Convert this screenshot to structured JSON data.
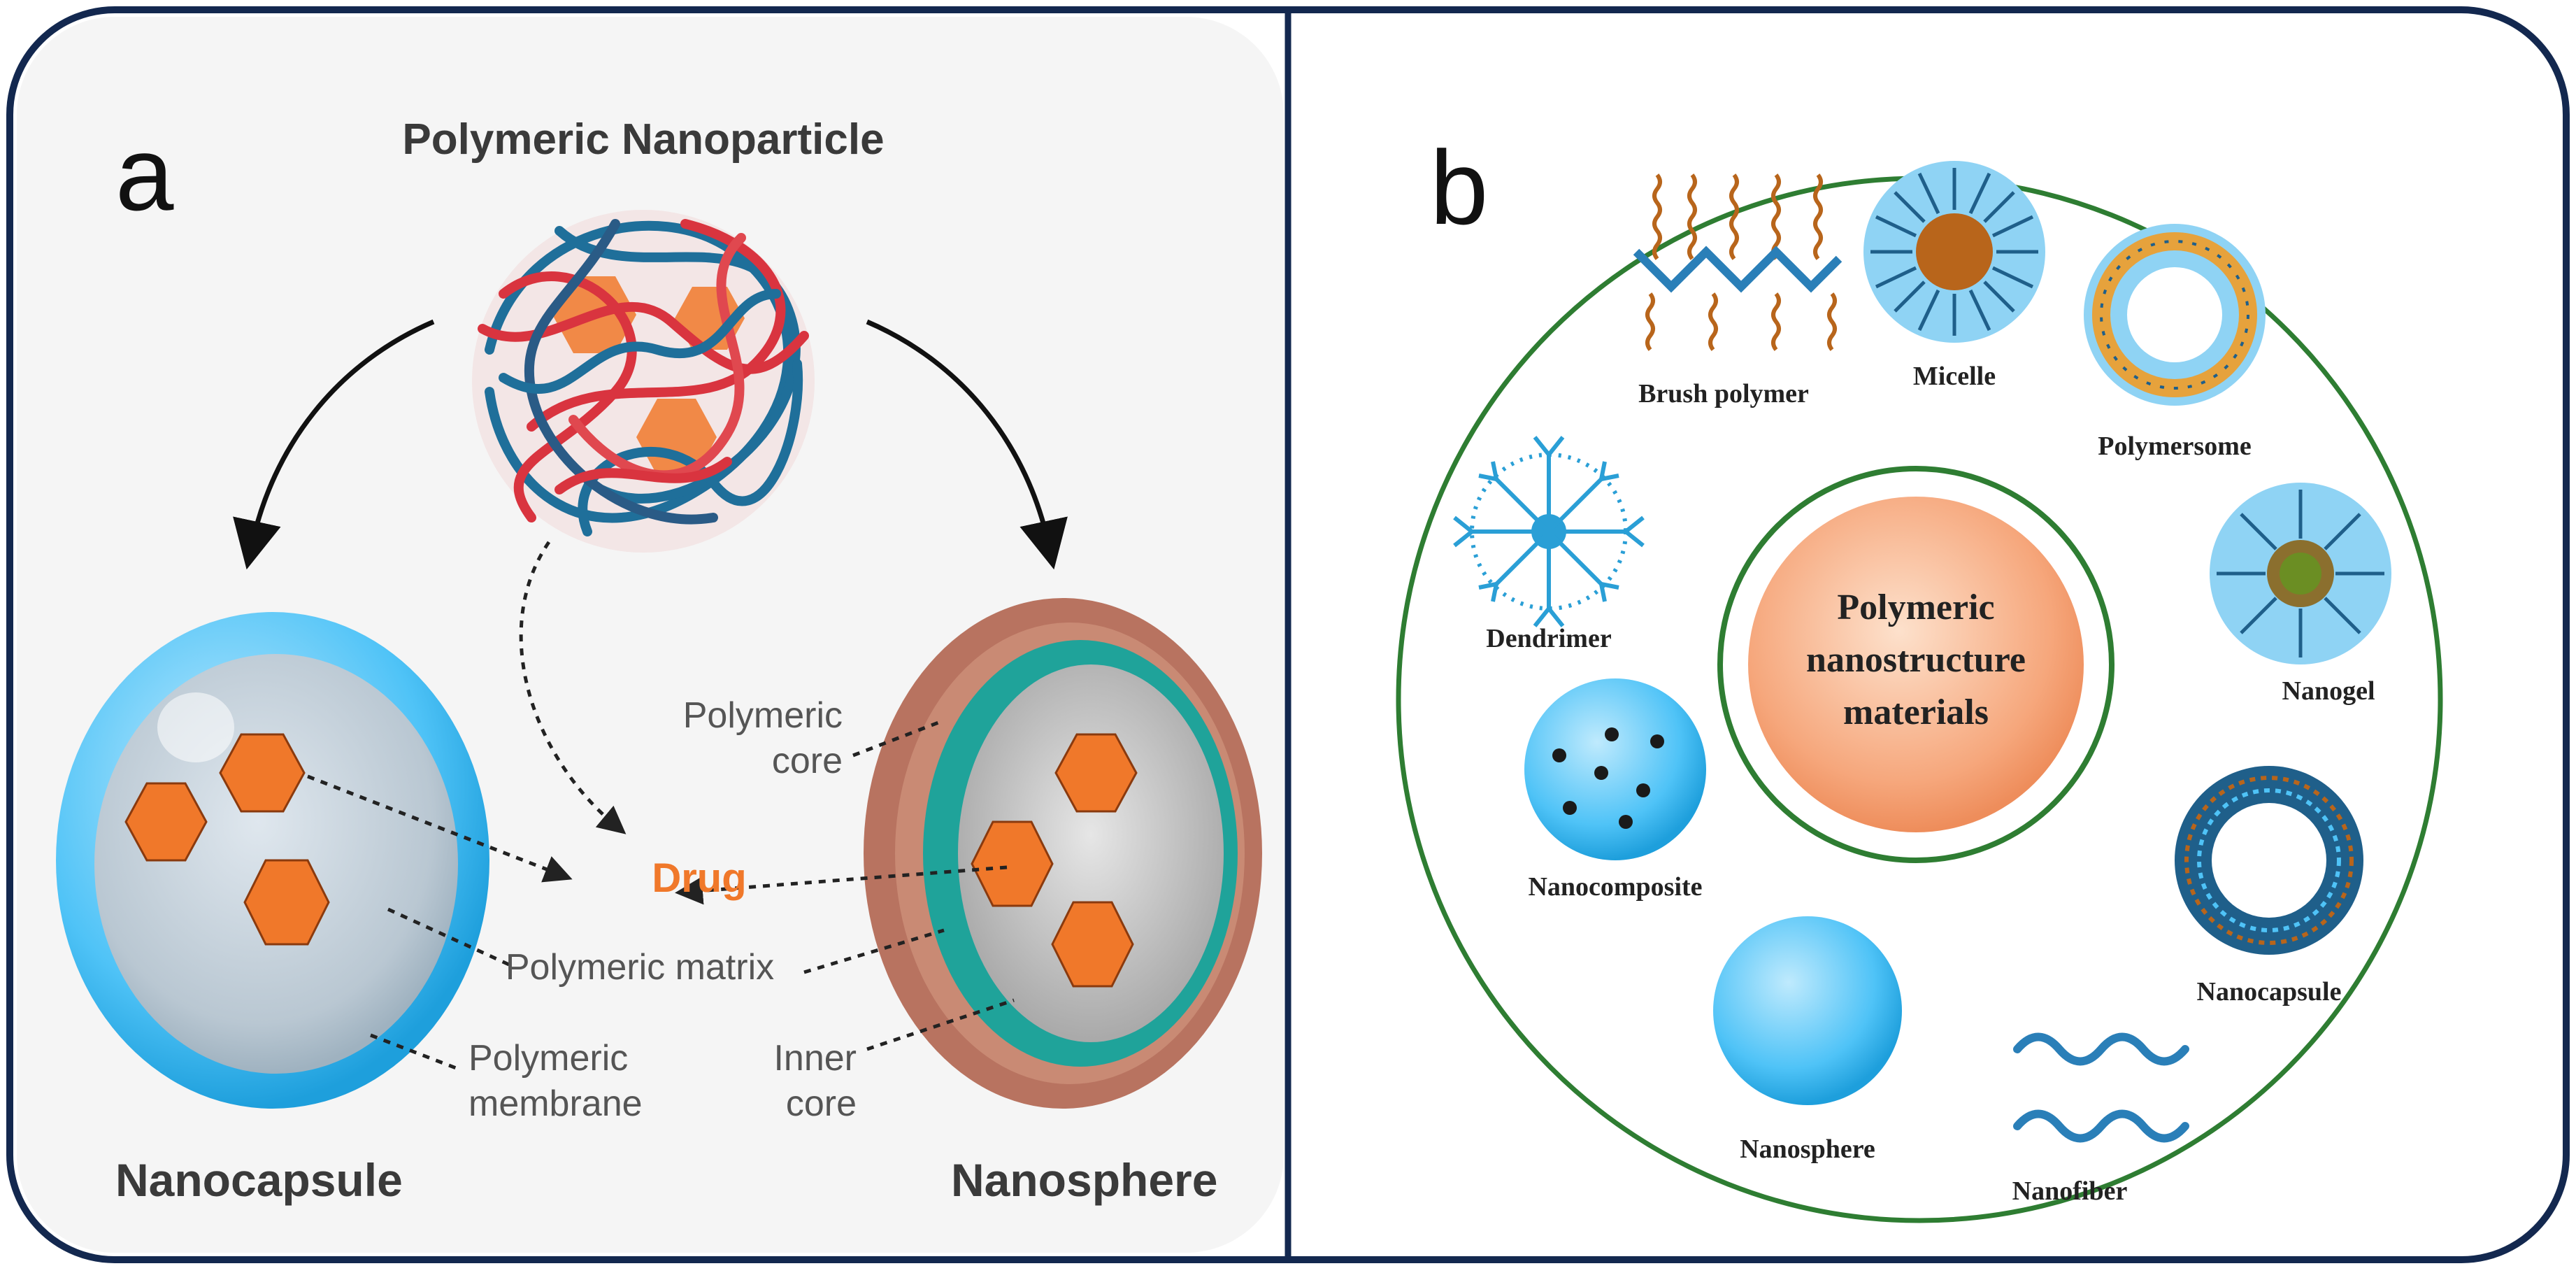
{
  "panel_a": {
    "letter": "a",
    "title": "Polymeric Nanoparticle",
    "left_caption": "Nanocapsule",
    "right_caption": "Nanosphere",
    "labels": {
      "drug": "Drug",
      "core_line1": "Polymeric",
      "core_line2": "core",
      "matrix": "Polymeric matrix",
      "membrane_line1": "Polymeric",
      "membrane_line2": "membrane",
      "inner_line1": "Inner",
      "inner_line2": "core"
    }
  },
  "panel_b": {
    "letter": "b",
    "center_line1": "Polymeric",
    "center_line2": "nanostructure",
    "center_line3": "materials",
    "items": {
      "brush": "Brush polymer",
      "micelle": "Micelle",
      "polymersome": "Polymersome",
      "dendrimer": "Dendrimer",
      "nanogel": "Nanogel",
      "nanocomposite": "Nanocomposite",
      "nanocapsule": "Nanocapsule",
      "nanosphere": "Nanosphere",
      "nanofiber": "Nanofiber"
    }
  },
  "colors": {
    "frame": "#13284f",
    "drug_orange": "#f0782a",
    "circle_green": "#2e7d32",
    "cyan": "#4fc3f7",
    "brown": "#b8651b",
    "teal": "#26a69a"
  }
}
